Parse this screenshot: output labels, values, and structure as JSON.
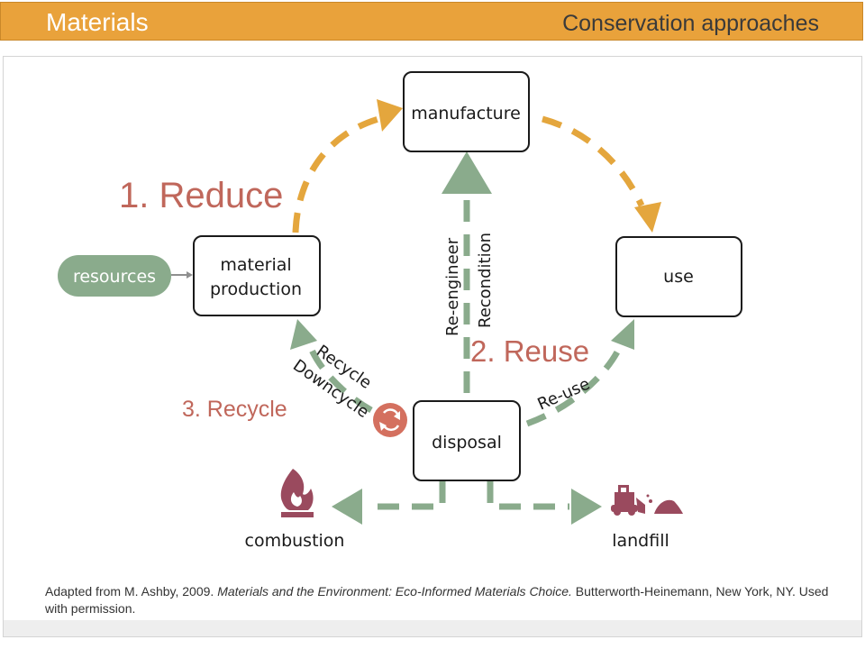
{
  "header": {
    "title": "Materials",
    "subtitle": "Conservation approaches"
  },
  "nodes": {
    "resources": "resources",
    "material_production": [
      "material",
      "production"
    ],
    "manufacture": "manufacture",
    "use": "use",
    "disposal": "disposal",
    "combustion": "combustion",
    "landfill": "landfill"
  },
  "strategies": {
    "reduce": "1. Reduce",
    "reuse": "2. Reuse",
    "recycle": "3. Recycle"
  },
  "path_labels": {
    "re_engineer": "Re-engineer",
    "recondition": "Recondition",
    "recycle": "Recycle",
    "downcycle": "Downcycle",
    "re_use": "Re-use"
  },
  "caption": {
    "prefix": "Adapted from M. Ashby, 2009. ",
    "title": "Materials and the Environment: Eco-Informed Materials Choice.",
    "suffix": " Butterworth-Heinemann, New York, NY. Used with permission."
  },
  "colors": {
    "header": "#e9a23b",
    "orange_arrow": "#e4a63d",
    "green_arrow": "#8aab8c",
    "strategy_text": "#c0675b",
    "recycle_badge": "#d4705f",
    "icon": "#9a4a5e"
  },
  "icons": {
    "combustion": "flame-icon",
    "landfill": "bulldozer-icon",
    "recycle": "recycle-icon"
  }
}
